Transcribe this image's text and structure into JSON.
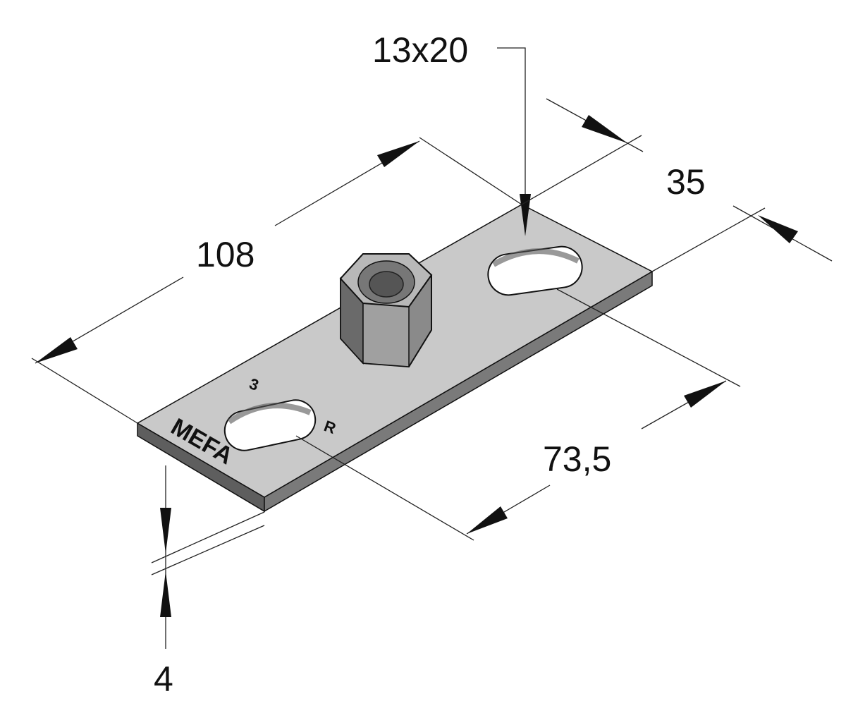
{
  "drawing": {
    "dimensions": {
      "slot": "13x20",
      "width": "35",
      "length": "108",
      "hole_spacing": "73,5",
      "thickness": "4"
    },
    "stamps": {
      "brand": "MEFA",
      "size": "3",
      "thread": "R"
    },
    "colors": {
      "plate_top": "#c8c8c8",
      "plate_side": "#6e6e6e",
      "nut": "#8a8a8a",
      "line": "#222222"
    }
  }
}
